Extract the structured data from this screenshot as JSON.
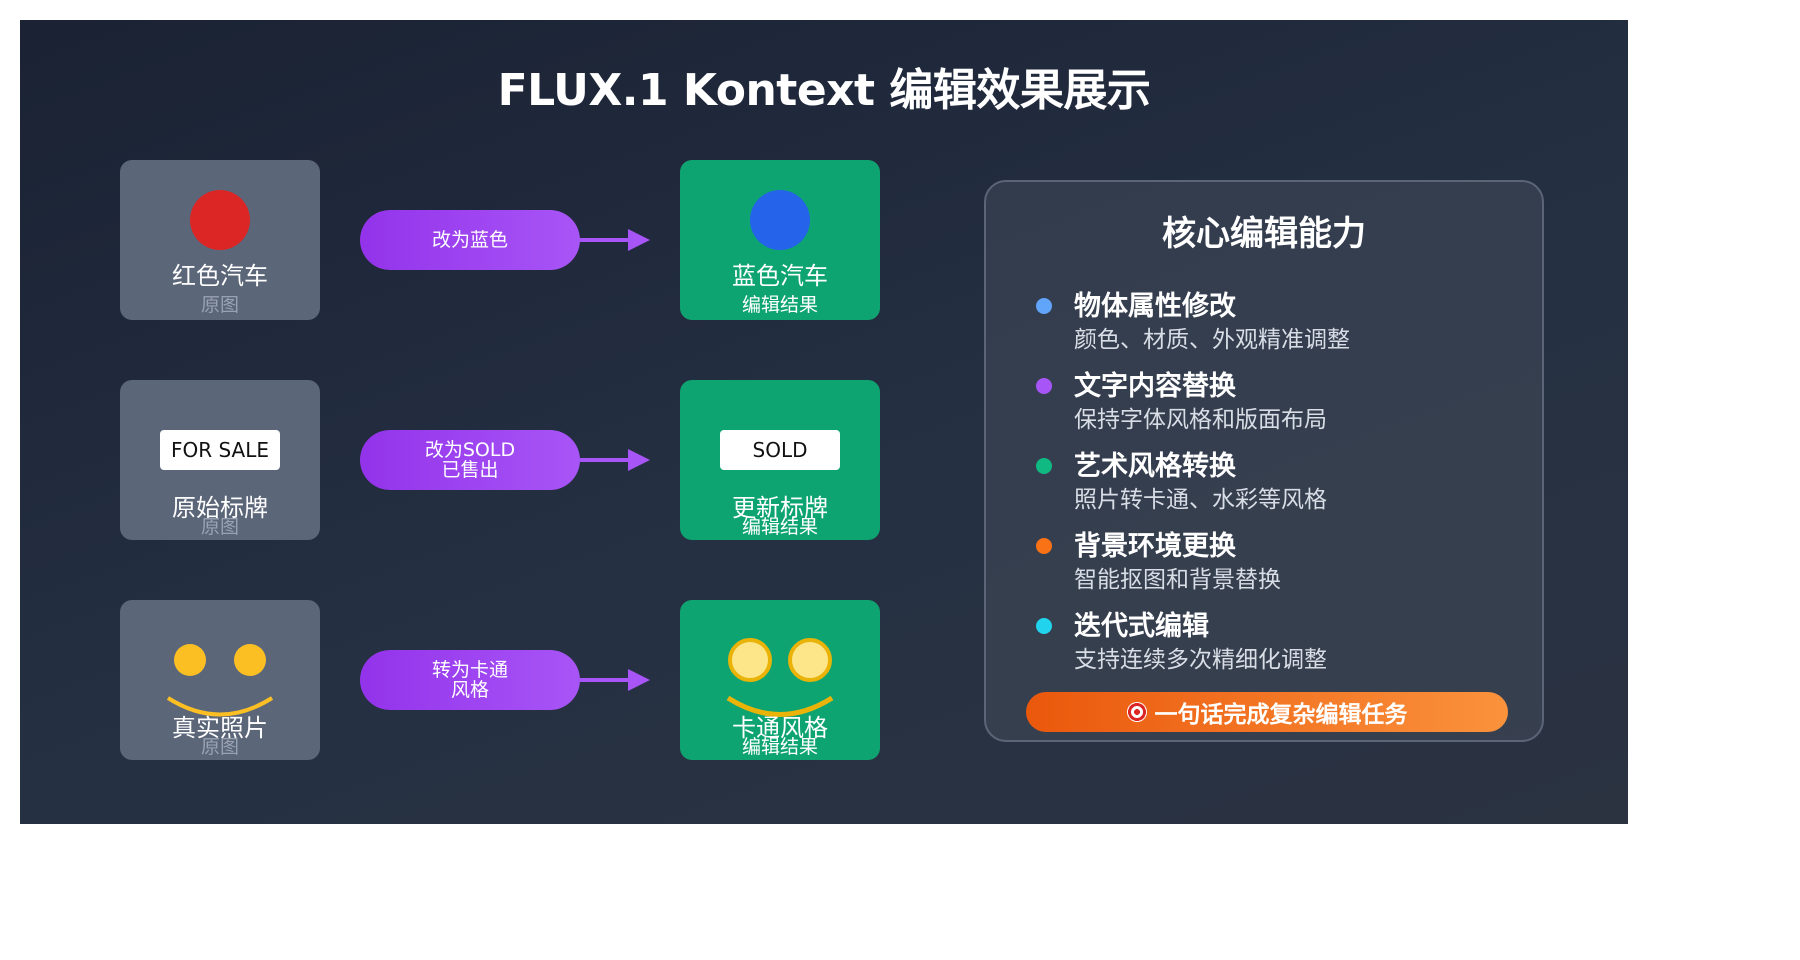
{
  "title": "FLUX.1 Kontext 编辑效果展示",
  "examples": [
    {
      "original": {
        "label": "红色汽车",
        "sub": "原图"
      },
      "action": {
        "line1": "改为蓝色",
        "line2": ""
      },
      "result": {
        "label": "蓝色汽车",
        "sub": "编辑结果"
      }
    },
    {
      "original": {
        "label": "原始标牌",
        "sub": "原图",
        "sign": "FOR SALE"
      },
      "action": {
        "line1": "改为SOLD",
        "line2": "已售出"
      },
      "result": {
        "label": "更新标牌",
        "sub": "编辑结果",
        "sign": "SOLD"
      }
    },
    {
      "original": {
        "label": "真实照片",
        "sub": "原图"
      },
      "action": {
        "line1": "转为卡通",
        "line2": "风格"
      },
      "result": {
        "label": "卡通风格",
        "sub": "编辑结果"
      }
    }
  ],
  "panel": {
    "title": "核心编辑能力",
    "features": [
      {
        "title": "物体属性修改",
        "desc": "颜色、材质、外观精准调整",
        "color": "#60a5fa"
      },
      {
        "title": "文字内容替换",
        "desc": "保持字体风格和版面布局",
        "color": "#a855f7"
      },
      {
        "title": "艺术风格转换",
        "desc": "照片转卡通、水彩等风格",
        "color": "#10b981"
      },
      {
        "title": "背景环境更换",
        "desc": "智能抠图和背景替换",
        "color": "#f97316"
      },
      {
        "title": "迭代式编辑",
        "desc": "支持连续多次精细化调整",
        "color": "#22d3ee"
      }
    ],
    "cta": "一句话完成复杂编辑任务"
  },
  "colors": {
    "original_card": "#5b6679",
    "edited_card": "#0ea472",
    "action_pill": "#a855f7",
    "red_car": "#dc2626",
    "blue_car": "#2563eb",
    "face": "#fbbf24"
  }
}
